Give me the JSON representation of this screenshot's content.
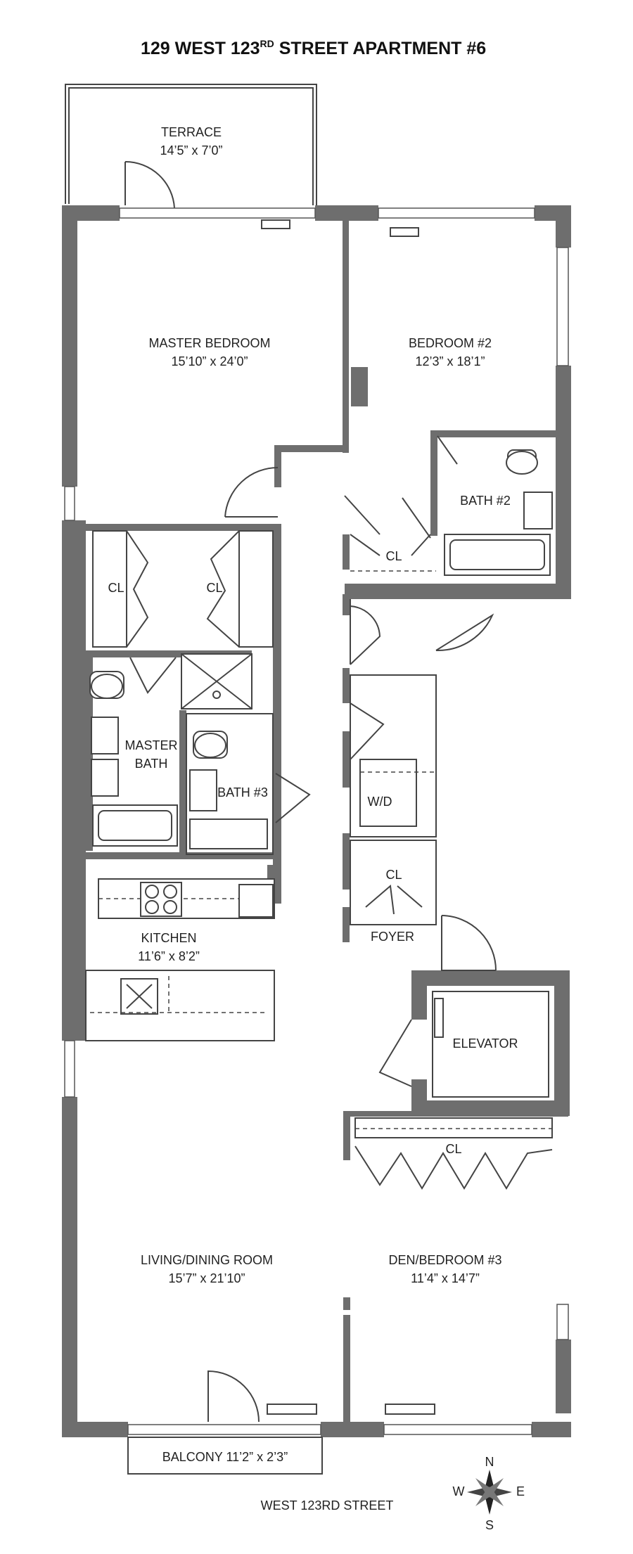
{
  "title": {
    "pre": "129 WEST 123",
    "sup": "RD",
    "post": " STREET  APARTMENT #6"
  },
  "rooms": {
    "terrace": {
      "name": "TERRACE",
      "size": "14’5” x 7’0”"
    },
    "master_bedroom": {
      "name": "MASTER BEDROOM",
      "size": "15’10” x 24’0”"
    },
    "bedroom2": {
      "name": "BEDROOM #2",
      "size": "12’3” x 18’1”"
    },
    "bath2": {
      "name": "BATH #2"
    },
    "closet_left": {
      "name": "CL"
    },
    "closet_right": {
      "name": "CL"
    },
    "closet_bed2": {
      "name": "CL"
    },
    "master_bath": {
      "line1": "MASTER",
      "line2": "BATH"
    },
    "bath3": {
      "name": "BATH #3"
    },
    "wd": {
      "name": "W/D"
    },
    "closet_foyer": {
      "name": "CL"
    },
    "foyer": {
      "name": "FOYER"
    },
    "kitchen": {
      "name": "KITCHEN",
      "size": "11’6” x 8’2”"
    },
    "elevator": {
      "name": "ELEVATOR"
    },
    "closet_den": {
      "name": "CL"
    },
    "living": {
      "name": "LIVING/DINING ROOM",
      "size": "15’7” x 21’10”"
    },
    "den": {
      "name": "DEN/BEDROOM #3",
      "size": "11’4” x 14’7”"
    },
    "balcony": {
      "name": "BALCONY 11’2” x 2’3”"
    }
  },
  "street": "WEST 123RD STREET",
  "compass": {
    "n": "N",
    "s": "S",
    "e": "E",
    "w": "W"
  },
  "colors": {
    "wall": "#6e6e6e",
    "line": "#444444"
  }
}
